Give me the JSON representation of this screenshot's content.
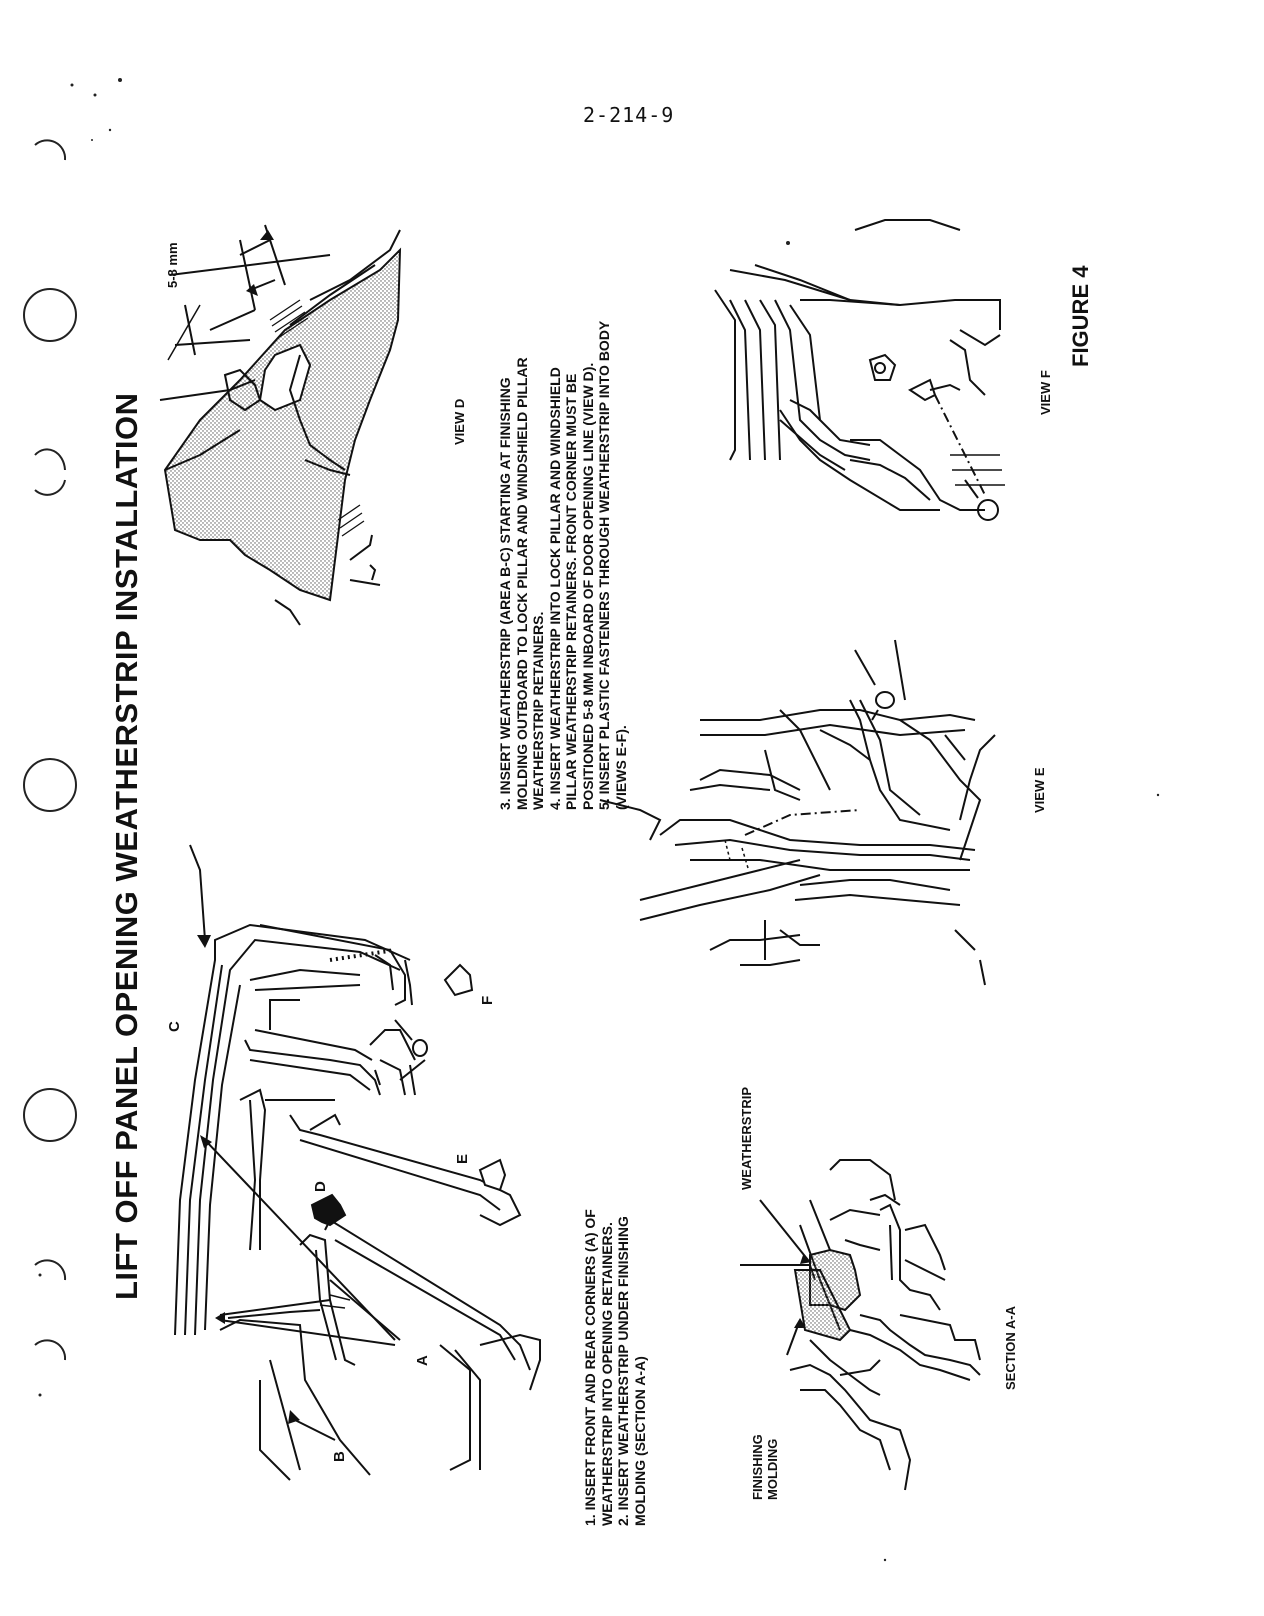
{
  "page_number": "2-214-9",
  "title": "LIFT OFF PANEL OPENING WEATHERSTRIP INSTALLATION",
  "figure_label": "FIGURE 4",
  "callouts": {
    "a": "A",
    "b": "B",
    "c": "C",
    "d": "D",
    "e": "E",
    "f": "F",
    "dimension": "5-8 mm",
    "weatherstrip": "WEATHERSTRIP",
    "finishing_line1": "FINISHING",
    "finishing_line2": "MOLDING"
  },
  "view_labels": {
    "view_d": "VIEW D",
    "view_e": "VIEW E",
    "view_f": "VIEW F",
    "section_aa": "SECTION A-A"
  },
  "instructions_left": [
    "1.  INSERT FRONT AND REAR CORNERS (A) OF",
    "     WEATHERSTRIP INTO OPENING RETAINERS.",
    "2.  INSERT WEATHERSTRIP UNDER FINISHING",
    "     MOLDING (SECTION A-A)"
  ],
  "instructions_right": [
    "3.  INSERT WEATHERSTRIP (AREA B-C) STARTING AT FINISHING",
    "     MOLDING OUTBOARD TO LOCK PILLAR AND WINDSHIELD PILLAR",
    "     WEATHERSTRIP RETAINERS.",
    "4.  INSERT WEATHERSTRIP INTO LOCK PILLAR AND WINDSHIELD",
    "     PILLAR WEATHERSTRIP RETAINERS. FRONT CORNER MUST BE",
    "     POSITIONED 5-8 MM INBOARD OF DOOR OPENING LINE (VIEW D).",
    "5.  INSERT PLASTIC FASTENERS THROUGH WEATHERSTRIP INTO BODY",
    "     (VIEWS E-F)."
  ]
}
